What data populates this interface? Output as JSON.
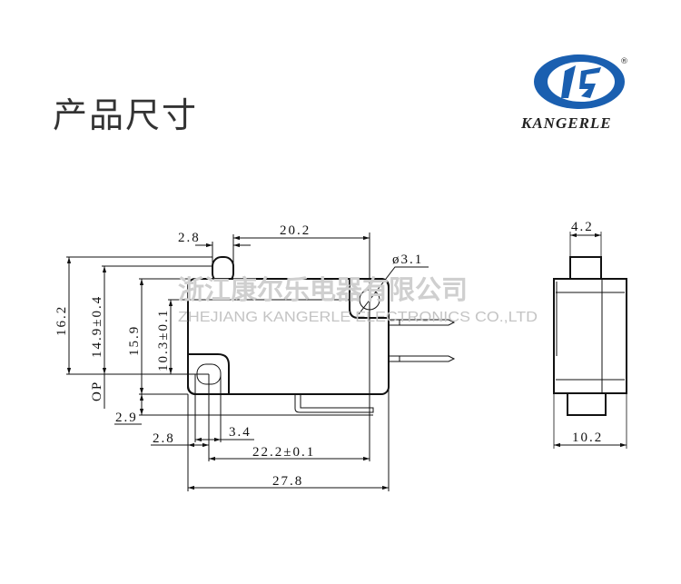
{
  "title": "产品尺寸",
  "logo": {
    "brand": "KANGERLE",
    "registered": "®",
    "color": "#1a5fb0"
  },
  "watermark": {
    "cn": "浙江康尔乐电器有限公司",
    "en": "ZHEJIANG KANGERLE ELECTRONICS CO.,LTD"
  },
  "dimensions": {
    "top_button_width": "2.8",
    "button_to_hole": "20.2",
    "hole_diameter": "ø3.1",
    "total_height": "16.2",
    "op_height": "14.9±0.4",
    "body_height": "15.9",
    "hole_spacing_v": "10.3±0.1",
    "op_label": "OP",
    "lever_offset": "2.9",
    "hole_width": "3.4",
    "edge_to_hole": "2.8",
    "hole_spacing_h": "22.2±0.1",
    "body_length": "27.8",
    "side_button_width": "4.2",
    "side_body_width": "10.2"
  }
}
